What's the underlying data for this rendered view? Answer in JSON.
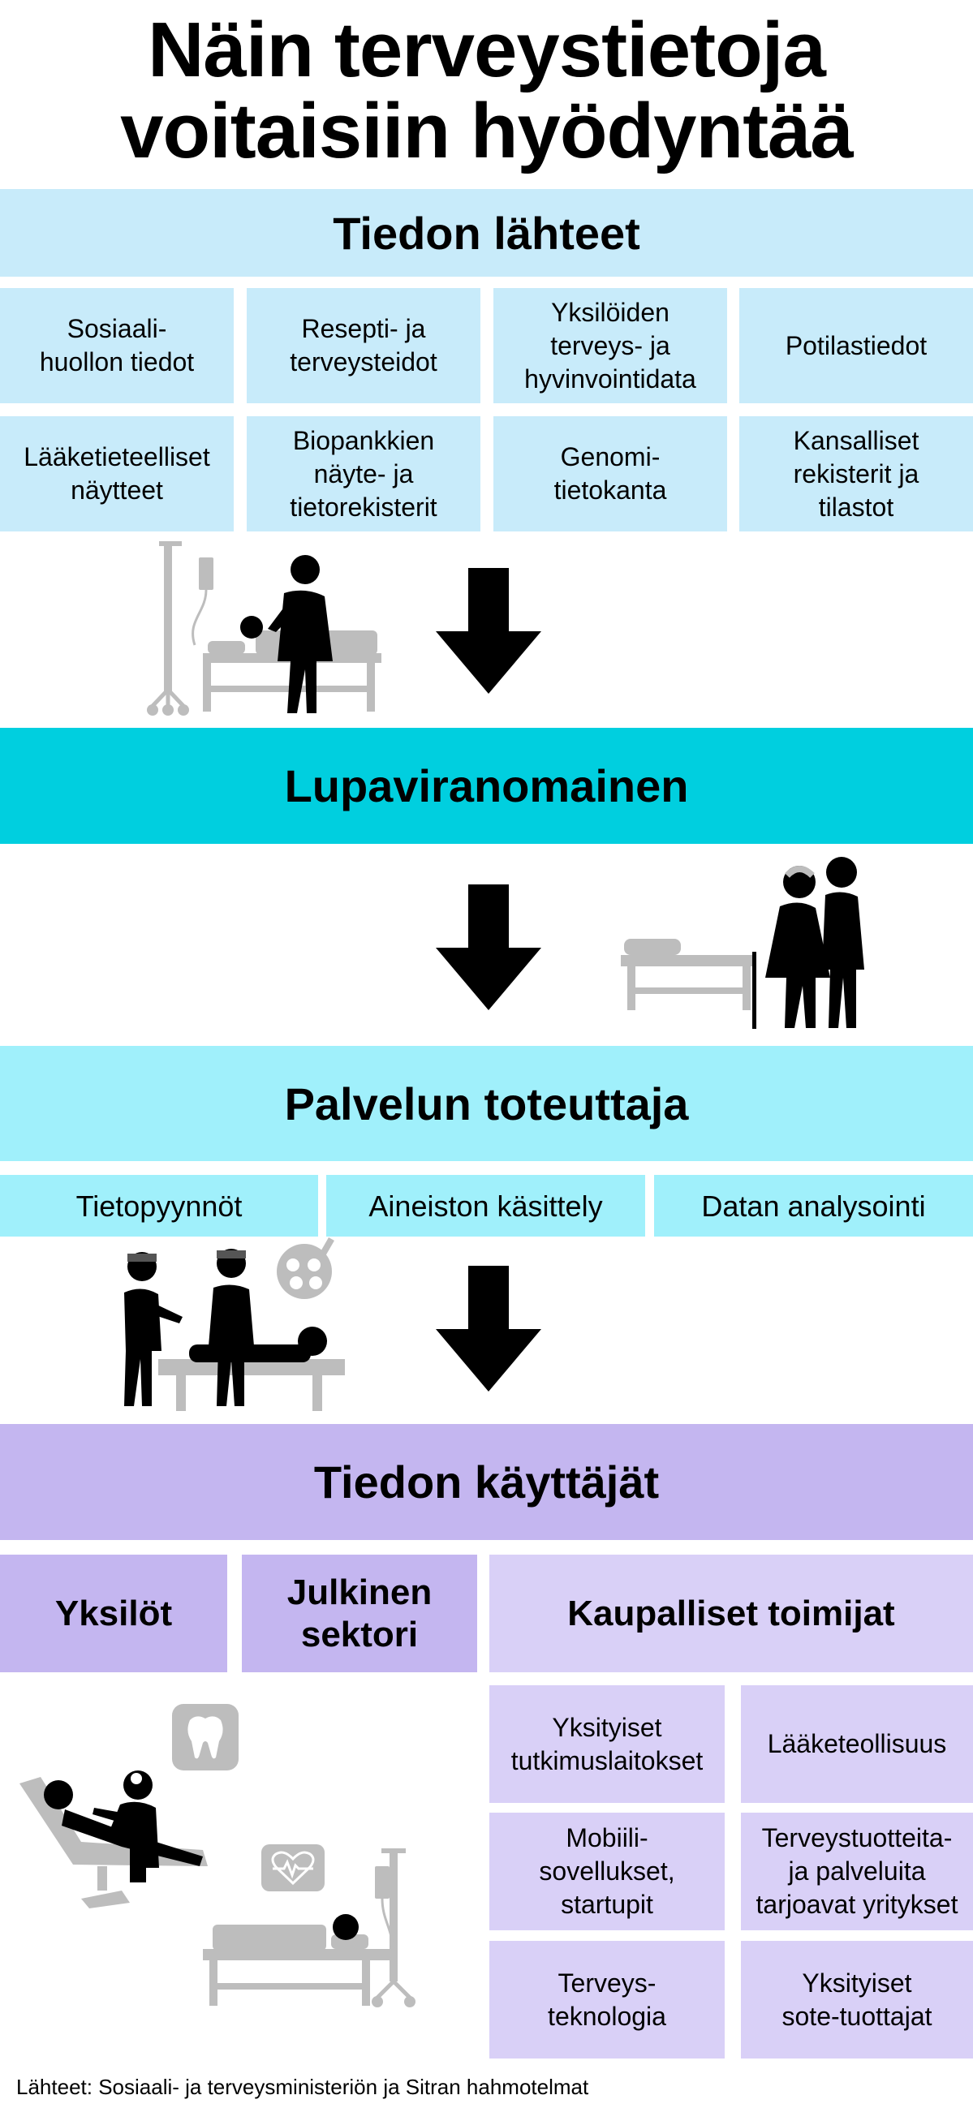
{
  "title_line1": "Näin terveystietoja",
  "title_line2": "voitaisiin hyödyntää",
  "sources": {
    "heading": "Tiedon lähteet",
    "items": [
      [
        "Sosiaali-",
        "huollon tiedot"
      ],
      [
        "Resepti- ja",
        "terveysteidot"
      ],
      [
        "Yksilöiden",
        "terveys- ja",
        "hyvinvointidata"
      ],
      [
        "Potilastiedot"
      ],
      [
        "Lääketieteelliset",
        "näytteet"
      ],
      [
        "Biopankkien",
        "näyte- ja",
        "tietorekisterit"
      ],
      [
        "Genomi-",
        "tietokanta"
      ],
      [
        "Kansalliset",
        "rekisterit ja",
        "tilastot"
      ]
    ]
  },
  "authority": {
    "heading": "Lupaviranomainen"
  },
  "provider": {
    "heading": "Palvelun toteuttaja",
    "items": [
      "Tietopyynnöt",
      "Aineiston käsittely",
      "Datan analysointi"
    ]
  },
  "users": {
    "heading": "Tiedon käyttäjät",
    "individuals": "Yksilöt",
    "public_line1": "Julkinen",
    "public_line2": "sektori",
    "commercial": "Kaupalliset toimijat",
    "commercial_items": [
      [
        "Yksityiset",
        "tutkimuslaitokset"
      ],
      [
        "Lääketeollisuus"
      ],
      [
        "Mobiili-",
        "sovellukset,",
        "startupit"
      ],
      [
        "Terveystuotteita-",
        "ja palveluita",
        "tarjoavat yritykset"
      ],
      [
        "Terveys-",
        "teknologia"
      ],
      [
        "Yksityiset",
        "sote-tuottajat"
      ]
    ]
  },
  "footer": "Lähteet: Sosiaali- ja terveysministeriön ja Sitran hahmotelmat",
  "colors": {
    "sources": "#c8ebfa",
    "authority": "#00cfdf",
    "provider": "#a0f0fb",
    "users_dark": "#c4b6f0",
    "users_light": "#d9d0f7",
    "illustration_gray": "#bdbdbd",
    "illustration_dark": "#000000"
  },
  "icons": [
    "hospital-bed-nurse-icon",
    "down-arrow-icon",
    "elderly-couple-icon",
    "surgery-icon",
    "dentist-icon",
    "tooth-icon",
    "heart-monitor-icon",
    "patient-bed-icon"
  ]
}
